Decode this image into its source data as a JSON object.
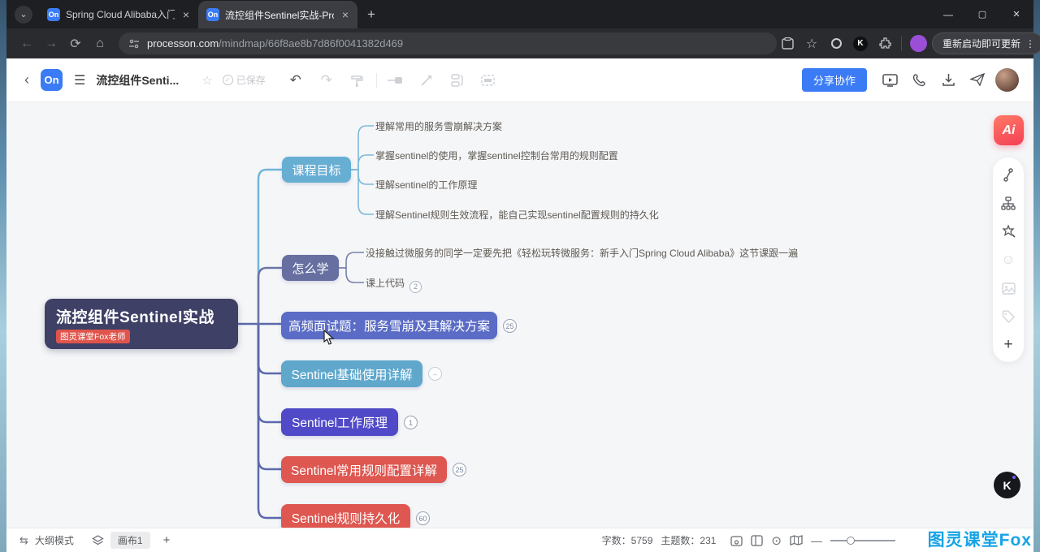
{
  "icons": {
    "tab_chevron": "⌄",
    "close": "×",
    "new_tab": "+",
    "minimize": "—",
    "maximize": "▢",
    "back": "←",
    "forward": "→",
    "reload": "⟳",
    "home": "⌂",
    "menu_dots": "⋮",
    "chevron_left": "‹",
    "hamburger": "☰",
    "star": "☆",
    "check": "✓",
    "undo": "↶",
    "redo": "↷",
    "outline_swap": "⇆",
    "plus": "+",
    "minus": "—",
    "target": "⊙",
    "smiley": "☺"
  },
  "browser": {
    "tabs": [
      {
        "favicon": "On",
        "label": "Spring Cloud Alibaba入门到"
      },
      {
        "favicon": "On",
        "label": "流控组件Sentinel实战-Proces"
      }
    ],
    "url_host": "processon.com",
    "url_path": "/mindmap/66f8ae8b7d86f0041382d469",
    "update_button": "重新启动即可更新"
  },
  "editor": {
    "logo": "On",
    "title": "流控组件Senti...",
    "saved_label": "已保存",
    "share_label": "分享协作",
    "ai_label": "Ai",
    "k_fab": "K"
  },
  "mindmap": {
    "root": {
      "title": "流控组件Sentinel实战",
      "badge": "图灵课堂Fox老师"
    },
    "branches": [
      {
        "label": "课程目标"
      },
      {
        "label": "怎么学"
      },
      {
        "label": "高频面试题：服务雪崩及其解决方案",
        "badge": "25"
      },
      {
        "label": "Sentinel基础使用详解",
        "badge": "–"
      },
      {
        "label": "Sentinel工作原理",
        "badge": "1"
      },
      {
        "label": "Sentinel常用规则配置详解",
        "badge": "25"
      },
      {
        "label": "Sentinel规则持久化",
        "badge": "60"
      }
    ],
    "goal_children": [
      "理解常用的服务雪崩解决方案",
      "掌握sentinel的使用，掌握sentinel控制台常用的规则配置",
      "理解sentinel的工作原理",
      "理解Sentinel规则生效流程，能自己实现sentinel配置规则的持久化"
    ],
    "how_children": [
      {
        "text": "没接触过微服务的同学一定要先把《轻松玩转微服务：新手入门Spring Cloud Alibaba》这节课跟一遍"
      },
      {
        "text": "课上代码",
        "badge": "2"
      }
    ],
    "colors": {
      "root_bg": "#3e4066",
      "root_badge_bg": "#e0544c",
      "goal": "#67aed3",
      "how": "#666fa0",
      "interview": "#5a6cc5",
      "basic": "#5fa8cc",
      "principle": "#5049c8",
      "rules": "#de5750",
      "persist": "#de5750",
      "line": "#5c68ac",
      "line_teal": "#6fb6d8",
      "accent_blue": "#3b7cf6",
      "watermark_blue": "#17a3e6"
    }
  },
  "statusbar": {
    "outline_label": "大纲模式",
    "canvas_tab": "画布1",
    "word_count_label": "字数：",
    "word_count": "5759",
    "topic_count_label": "主题数：",
    "topic_count": "231"
  },
  "watermark": "图灵课堂Fox"
}
